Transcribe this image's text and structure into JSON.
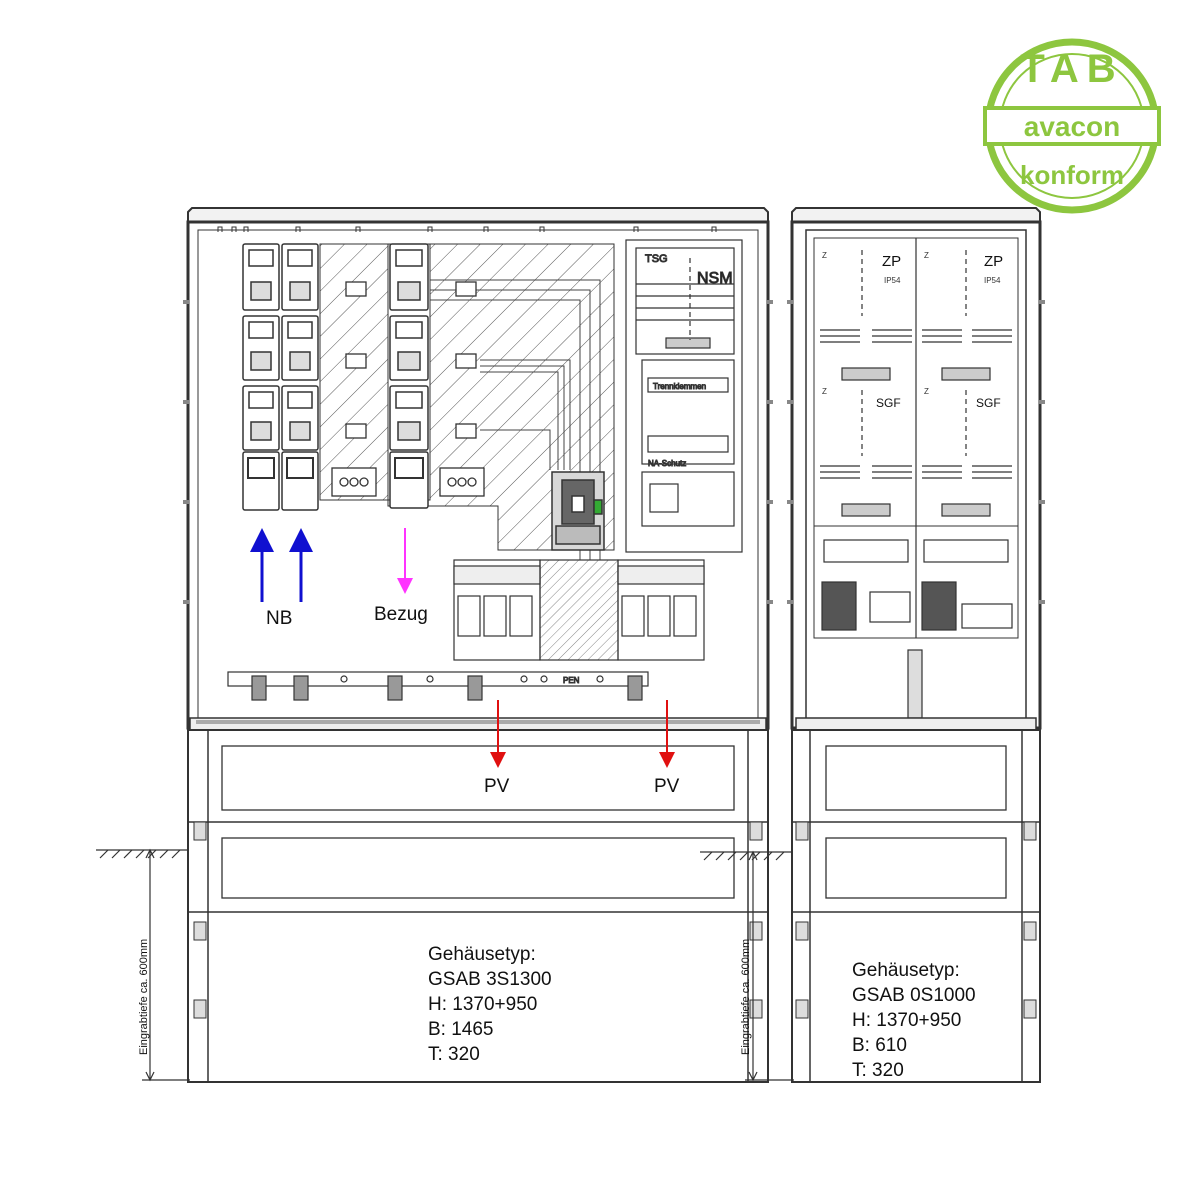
{
  "badge": {
    "top": "TAB",
    "middle": "avacon",
    "bottom": "konform",
    "color": "#8dc63f"
  },
  "left_cabinet": {
    "labels": {
      "nb": "NB",
      "bezug": "Bezug",
      "pv_1": "PV",
      "pv_2": "PV",
      "tsg": "TSG",
      "nsm": "NSM",
      "trennklemmen": "Trennklemmen",
      "na_schutz": "NA-Schutz",
      "pen": "PEN"
    },
    "arrow_colors": {
      "nb": "#1010d0",
      "bezug": "#ff33ff",
      "pv": "#e01010"
    },
    "depth_label": "Eingrabtiefe ca. 600mm",
    "spec": {
      "heading": "Gehäusetyp:",
      "type": "GSAB 3S1300",
      "h": "H:  1370+950",
      "b": "B:  1465",
      "t": "T:  320"
    }
  },
  "right_cabinet": {
    "labels": {
      "zp_1": "ZP",
      "zp_2": "ZP",
      "ip_1": "IP54",
      "ip_2": "IP54",
      "sgf_1": "SGF",
      "sgf_2": "SGF",
      "z": "Z"
    },
    "depth_label": "Eingrabtiefe ca. 600mm",
    "spec": {
      "heading": "Gehäusetyp:",
      "type": "GSAB 0S1000",
      "h": "H:  1370+950",
      "b": "B:  610",
      "t": "T:  320"
    }
  }
}
